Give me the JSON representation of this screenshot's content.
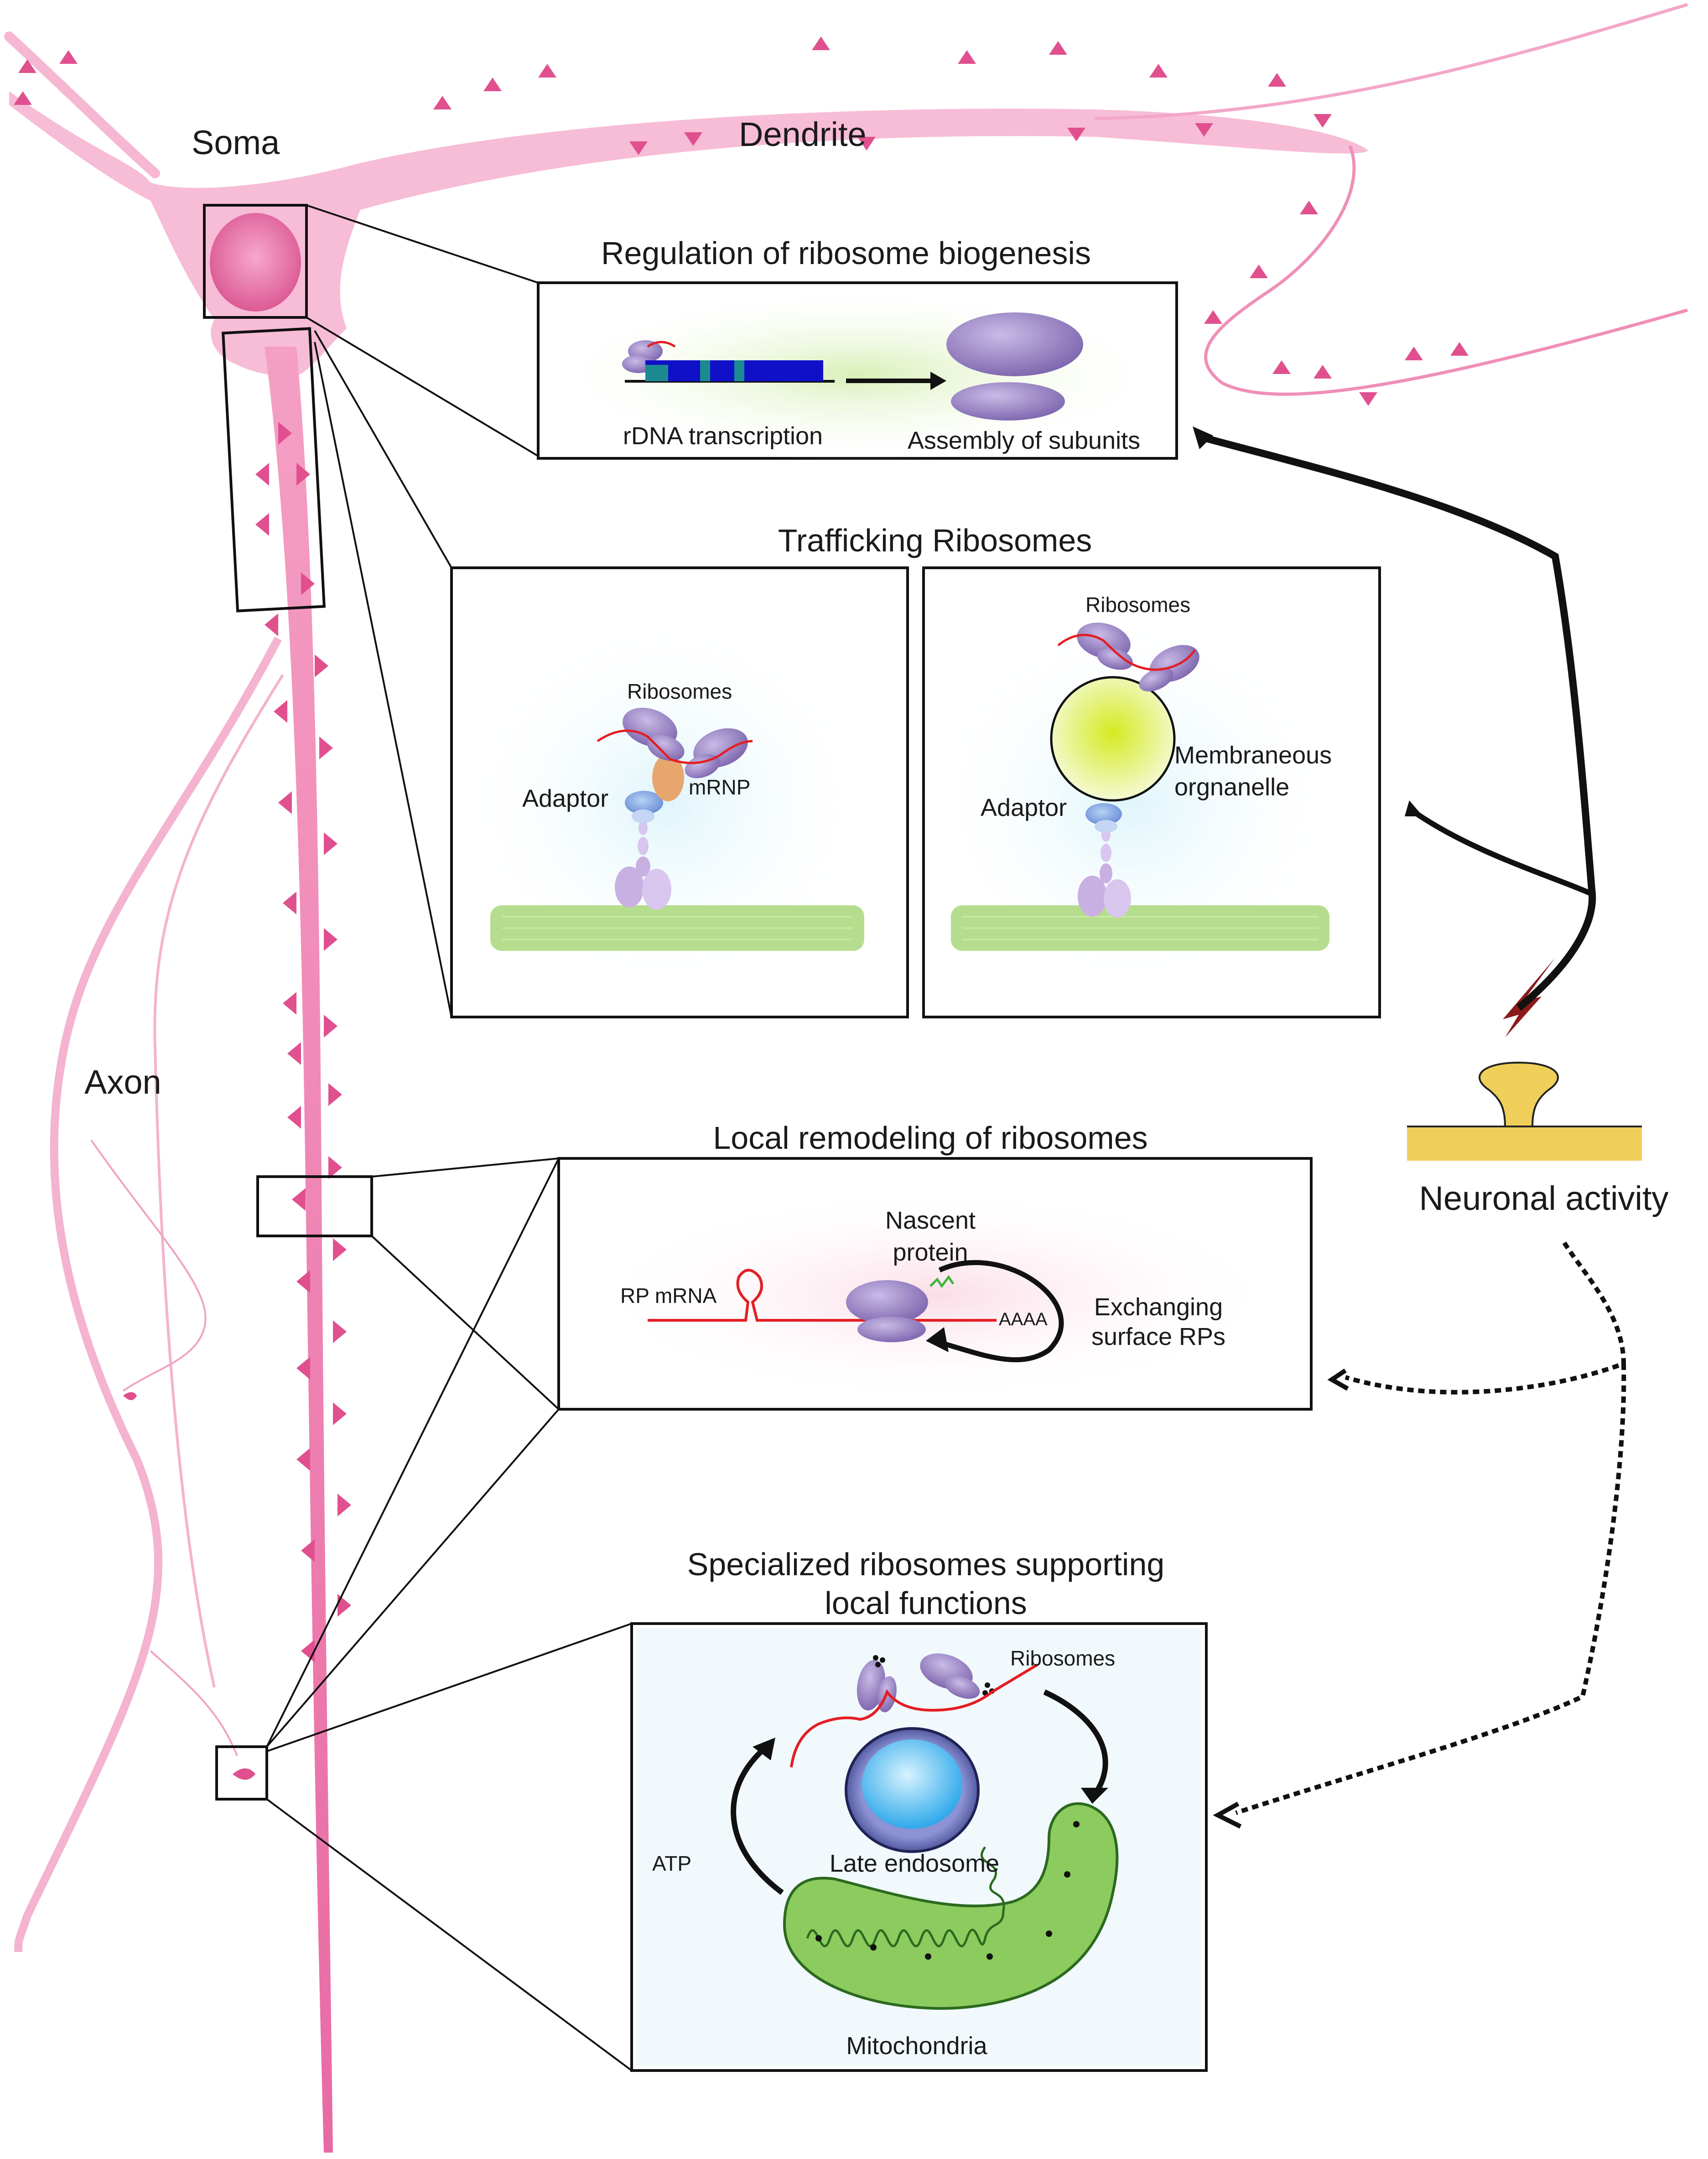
{
  "neuron": {
    "soma_label": "Soma",
    "dendrite_label": "Dendrite",
    "axon_label": "Axon"
  },
  "panels": {
    "biogenesis": {
      "title": "Regulation of ribosome biogenesis",
      "rdna_label": "rDNA transcription",
      "assembly_label": "Assembly of subunits"
    },
    "trafficking": {
      "title": "Trafficking Ribosomes",
      "left": {
        "ribosomes_label": "Ribosomes",
        "mrnp_label": "mRNP",
        "adaptor_label": "Adaptor"
      },
      "right": {
        "ribosomes_label": "Ribosomes",
        "organelle_label_line1": "Membraneous",
        "organelle_label_line2": "orgnanelle",
        "adaptor_label": "Adaptor"
      }
    },
    "remodeling": {
      "title": "Local remodeling of ribosomes",
      "nascent_line1": "Nascent",
      "nascent_line2": "protein",
      "rp_mrna_label": "RP mRNA",
      "polya_label": "AAAA",
      "exchanging_line1": "Exchanging",
      "exchanging_line2": "surface RPs"
    },
    "specialized": {
      "title_line1": "Specialized ribosomes supporting",
      "title_line2": "local functions",
      "ribosomes_label": "Ribosomes",
      "endosome_label": "Late endosome",
      "atp_label": "ATP",
      "mito_label": "Mitochondria"
    }
  },
  "activity": {
    "label": "Neuronal activity"
  },
  "colors": {
    "neuron_pink": "#f2a9c9",
    "neuron_dark": "#e0699f",
    "spine": "#e0508f",
    "ribosome": "#9a86c4",
    "microtubule": "#a9d77a",
    "synapse": "#efcf5a",
    "mito": "#8ccb5e",
    "endosome": "#47b9ef",
    "mrna": "#e31e24"
  }
}
